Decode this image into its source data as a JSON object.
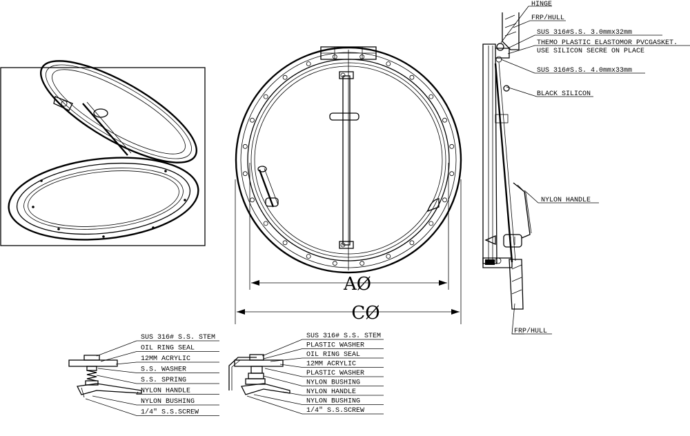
{
  "labels": {
    "hinge": "HINGE",
    "frp_hull_top": "FRP/HULL",
    "ss_316_3mm": "SUS 316#S.S. 3.0mmx32mm",
    "gasket_line1": "THEMO PLASTIC ELASTOMOR PVCGASKET.",
    "gasket_line2": "USE SILICON SECRE ON PLACE",
    "ss_316_4mm": "SUS 316#S.S. 4.0mmx33mm",
    "black_silicon": "BLACK SILICON",
    "nylon_handle_side": "NYLON HANDLE",
    "frp_hull_bottom": "FRP/HULL"
  },
  "dimensions": {
    "a": "AØ",
    "c": "CØ"
  },
  "detail_left": {
    "labels": [
      "SUS 316# S.S. STEM",
      "OIL RING SEAL",
      "12MM ACRYLIC",
      "S.S. WASHER",
      "S.S. SPRING",
      "NYLON HANDLE",
      "NYLON BUSHING",
      "1/4\" S.S.SCREW"
    ]
  },
  "detail_right": {
    "labels": [
      "SUS 316# S.S. STEM",
      "PLASTIC WASHER",
      "OIL RING SEAL",
      "12MM ACRYLIC",
      "PLASTIC WASHER",
      "NYLON BUSHING",
      "NYLON HANDLE",
      "NYLON BUSHING",
      "1/4\" S.S.SCREW"
    ]
  }
}
